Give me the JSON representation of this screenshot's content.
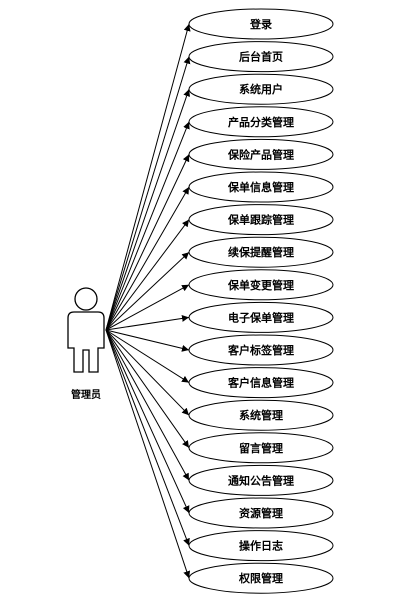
{
  "actor": {
    "label": "管理员"
  },
  "use_cases": [
    "登录",
    "后台首页",
    "系统用户",
    "产品分类管理",
    "保险产品管理",
    "保单信息管理",
    "保单跟踪管理",
    "续保提醒管理",
    "保单变更管理",
    "电子保单管理",
    "客户标签管理",
    "客户信息管理",
    "系统管理",
    "留言管理",
    "通知公告管理",
    "资源管理",
    "操作日志",
    "权限管理"
  ]
}
